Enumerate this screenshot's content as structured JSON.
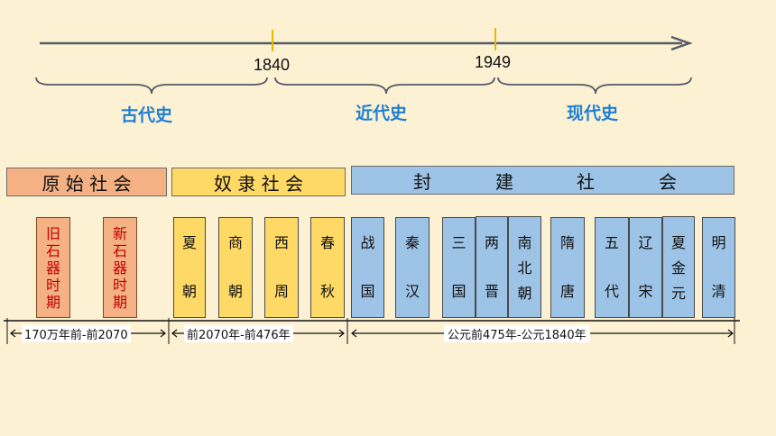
{
  "timeline": {
    "years": [
      "1840",
      "1949"
    ],
    "eras": [
      "古代史",
      "近代史",
      "现代史"
    ]
  },
  "bands": [
    {
      "label": "原 始 社 会",
      "color": "#f4b183"
    },
    {
      "label": "奴 隶 社 会",
      "color": "#ffd966"
    },
    {
      "label": "封",
      "label2": "建",
      "label3": "社",
      "label4": "会",
      "color": "#9dc3e6"
    }
  ],
  "periods": {
    "primitive": [
      {
        "chars": [
          "旧",
          "石",
          "器",
          "时",
          "期"
        ]
      },
      {
        "chars": [
          "新",
          "石",
          "器",
          "时",
          "期"
        ]
      }
    ],
    "slave": [
      {
        "top": "夏",
        "bottom": "朝"
      },
      {
        "top": "商",
        "bottom": "朝"
      },
      {
        "top": "西",
        "bottom": "周"
      },
      {
        "top": "春",
        "bottom": "秋"
      }
    ],
    "feudal": [
      {
        "top": "战",
        "bottom": "国"
      },
      {
        "top": "秦",
        "bottom": "汉"
      },
      {
        "top": "三",
        "bottom": "国"
      },
      {
        "top": "两",
        "bottom": "晋"
      },
      {
        "top": "南",
        "mid": "北",
        "bottom": "朝"
      },
      {
        "top": "隋",
        "bottom": "唐"
      },
      {
        "top": "五",
        "bottom": "代"
      },
      {
        "top": "辽",
        "bottom": "宋"
      },
      {
        "top": "夏",
        "mid": "金",
        "bottom": "元"
      },
      {
        "top": "明",
        "bottom": "清"
      }
    ]
  },
  "ranges": [
    "170万年前-前2070",
    "前2070年-前476年",
    "公元前475年-公元1840年"
  ],
  "colors": {
    "accent": "#1f7fd4",
    "tick": "#e6b800",
    "axis": "#555a66"
  }
}
